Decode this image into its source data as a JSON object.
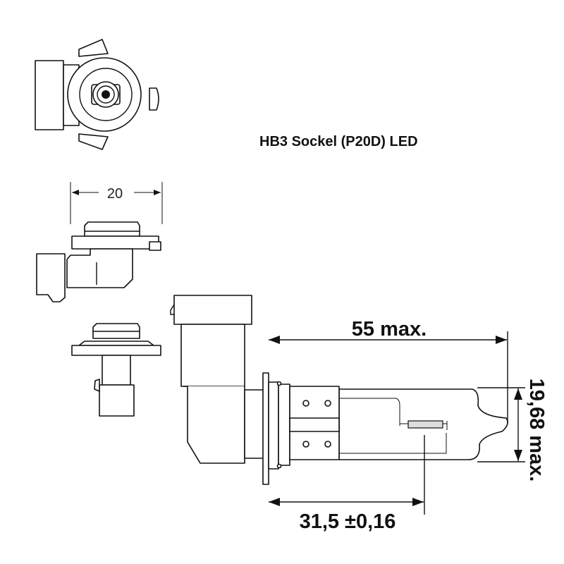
{
  "title": "HB3 Sockel (P20D) LED",
  "dimensions": {
    "width_small": "20",
    "length": "55 max.",
    "diameter": "19,68 max.",
    "light_center": "31,5 ±0,16"
  },
  "colors": {
    "line": "#111111",
    "background": "#ffffff",
    "led_chip": "#dddddd"
  }
}
